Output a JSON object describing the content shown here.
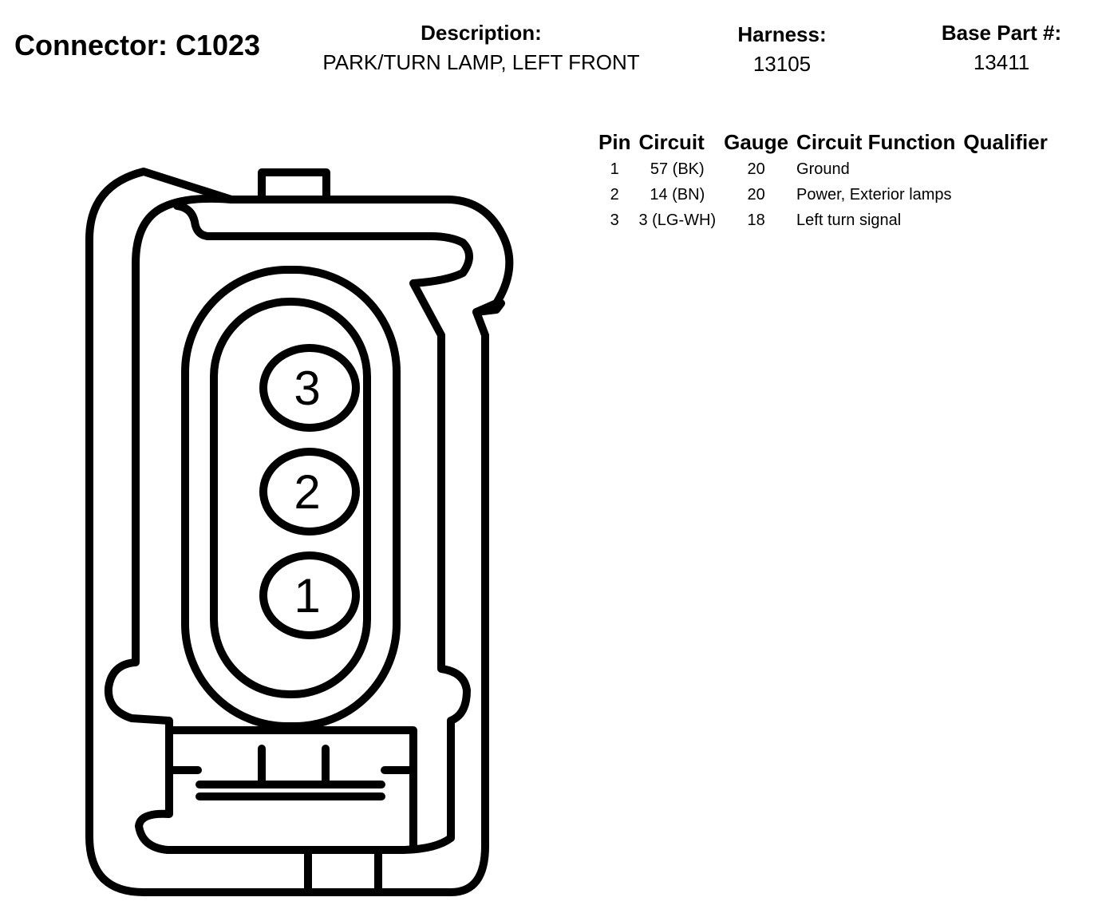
{
  "connector": {
    "title": "Connector: C1023"
  },
  "description": {
    "label": "Description:",
    "value": "PARK/TURN LAMP, LEFT FRONT"
  },
  "harness": {
    "label": "Harness:",
    "value": "13105"
  },
  "base_part": {
    "label": "Base Part #:",
    "value": "13411"
  },
  "table": {
    "headers": [
      "Pin",
      "Circuit",
      "Gauge",
      "Circuit Function",
      "Qualifier"
    ],
    "rows": [
      {
        "pin": "1",
        "circuit": "57 (BK)",
        "gauge": "20",
        "function": "Ground",
        "qualifier": ""
      },
      {
        "pin": "2",
        "circuit": "14 (BN)",
        "gauge": "20",
        "function": "Power, Exterior lamps",
        "qualifier": ""
      },
      {
        "pin": "3",
        "circuit": "3 (LG-WH)",
        "gauge": "18",
        "function": "Left turn signal",
        "qualifier": ""
      }
    ]
  },
  "diagram": {
    "pins": [
      {
        "label": "3"
      },
      {
        "label": "2"
      },
      {
        "label": "1"
      }
    ]
  }
}
